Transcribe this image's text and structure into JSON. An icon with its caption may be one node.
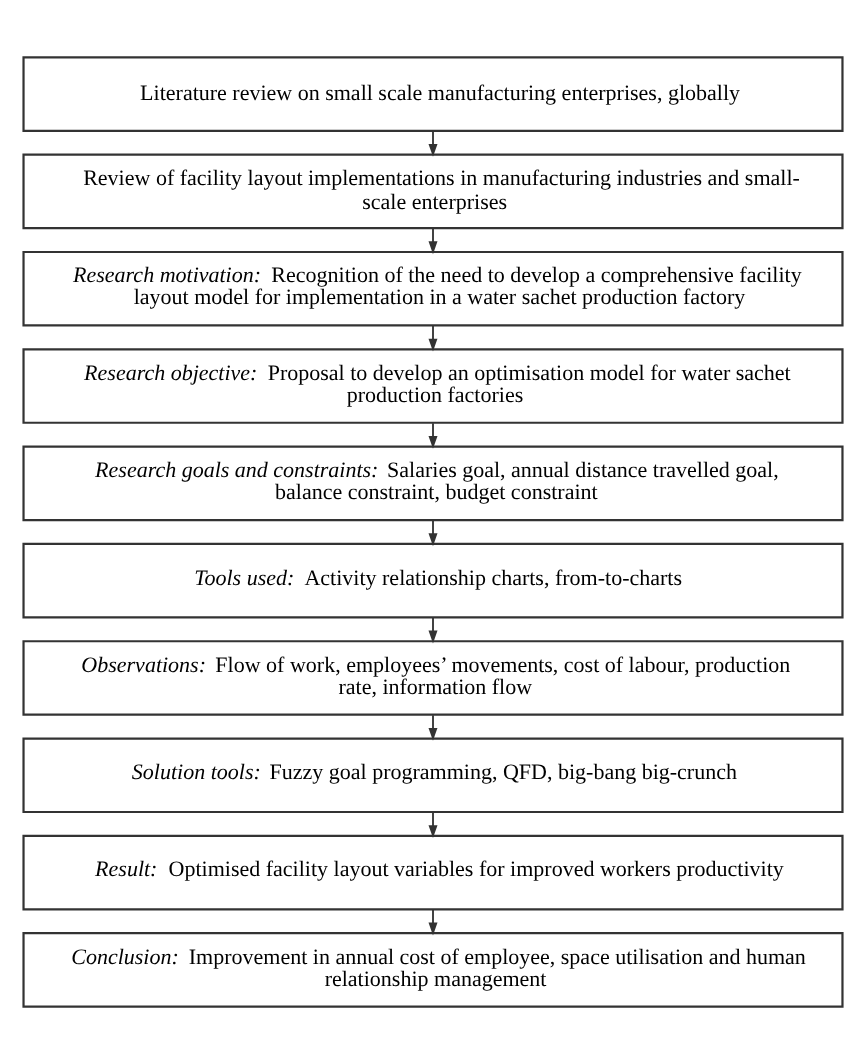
{
  "diagram": {
    "nodes": [
      {
        "text": [
          "Literature review on small scale manufacturing enterprises, globally"
        ]
      },
      {
        "text": [
          "Review of facility layout implementations in manufacturing industries and small-scale enterprises"
        ]
      },
      {
        "text": [
          "*Research motivation:* Recognition of the need to develop a comprehensive facility layout model for implementation in a water sachet production factory"
        ]
      },
      {
        "text": [
          "*Research objective:* Proposal to develop an optimisation model for water sachet production factories"
        ]
      },
      {
        "text": [
          "*Research goals and constraints:* Salaries goal, annual distance travelled goal, balance constraint, budget constraint"
        ]
      },
      {
        "text": [
          "*Tools used:* Activity relationship charts, from-to-charts"
        ]
      },
      {
        "text": [
          "*Observations:* Flow of work, employees’ movements, cost of labour, production rate, information flow"
        ]
      },
      {
        "text": [
          "*Solution tools:* Fuzzy goal programming, QFD, big-bang big-crunch"
        ]
      },
      {
        "text": [
          "*Result:* Optimised facility layout variables for improved workers productivity"
        ]
      },
      {
        "text": [
          "*Conclusion:* Improvement in annual cost of employee, space utilisation and human relationship management"
        ]
      }
    ],
    "edges": [
      {
        "from": 0,
        "to": 1,
        "arrow": "to"
      },
      {
        "from": 1,
        "to": 2,
        "arrow": "to"
      },
      {
        "from": 2,
        "to": 3,
        "arrow": "to"
      },
      {
        "from": 3,
        "to": 4,
        "arrow": "to"
      },
      {
        "from": 4,
        "to": 5,
        "arrow": "to"
      },
      {
        "from": 5,
        "to": 6,
        "arrow": "to"
      },
      {
        "from": 6,
        "to": 7,
        "arrow": "to"
      },
      {
        "from": 7,
        "to": 8,
        "arrow": "to"
      },
      {
        "from": 8,
        "to": 9,
        "arrow": "to"
      }
    ]
  }
}
